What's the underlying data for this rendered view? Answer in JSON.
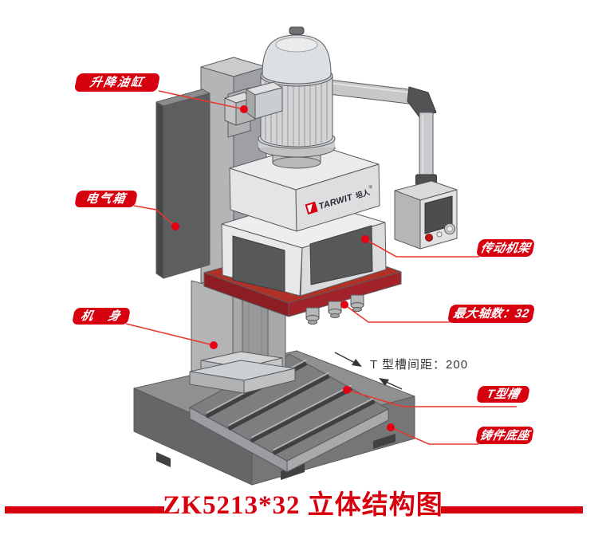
{
  "title": {
    "text": "ZK5213*32 立体结构图"
  },
  "brand": {
    "name": "TARWIT",
    "cjk": "坦人",
    "reg": "®"
  },
  "callouts": {
    "lift_cylinder": {
      "text": "升降油缸"
    },
    "electrical_box": {
      "text": "电气箱"
    },
    "machine_body": {
      "text": "机　身"
    },
    "transmission_frame": {
      "text": "传动机架"
    },
    "max_spindles": {
      "text": "最大轴数：32"
    },
    "t_slot_spacing": {
      "text": "T 型槽间距：200"
    },
    "t_slot": {
      "text": "T型槽"
    },
    "cast_base": {
      "text": "铸件底座"
    }
  },
  "colors": {
    "label_red": "#d7000f",
    "leader_line_red": "#e8382d",
    "dot_red": "#e60012",
    "plate_red_dark": "#8c1e23",
    "plate_red": "#a2222a",
    "ink": "#35363a",
    "machine_light_gray": "#e7e9eb",
    "machine_dark_gray": "#5c5e60",
    "base_gray": "#6a6c6e"
  }
}
